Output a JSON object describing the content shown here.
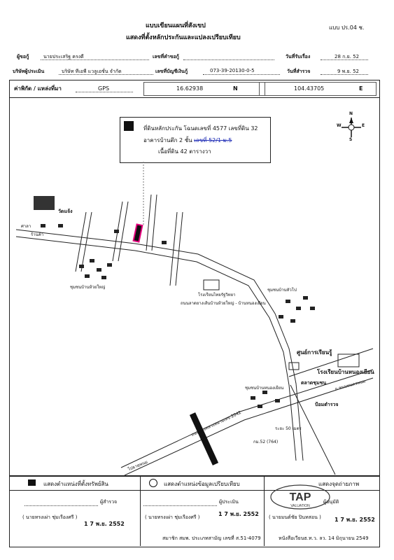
{
  "header": {
    "title1": "แบบเขียนแผนที่สังเขป",
    "title2": "แสดงที่ตั้งหลักประกันและแปลงเปรียบเทียบ",
    "form_no": "แบบ ปร.04 ช."
  },
  "info": {
    "customer_label": "ผู้ขอกู้",
    "customer_value": "นายประเสริฐ ครงดี",
    "receive_date_label": "วันที่รับเรื่อง",
    "receive_date_value": "28 ก.ย. 52",
    "department_label": "เลขที่คำขอกู้",
    "appraiser_company_label": "บริษัทผู้ประเมิน",
    "appraiser_company_value": "บริษัท ทีเอพี แวลูเอชั่น จำกัด",
    "account_label": "เลขที่บัญชีเงินกู้",
    "account_value": "073-39-20130-0-5",
    "survey_date_label": "วันที่สำรวจ",
    "survey_date_value": "9 พ.ย. 52"
  },
  "coords": {
    "label": "ค่าพิกัด / แหล่งที่มา",
    "source": "GPS",
    "lat": "16.62938",
    "lat_dir": "N",
    "lon": "104.43705",
    "lon_dir": "E"
  },
  "callout": {
    "line1_prefix": "ที่ดินหลักประกัน โฉนดเลขที่",
    "deed_no": "4577",
    "parcel_label": "เลขที่ดิน",
    "parcel_no": "32",
    "line2": "อาคารบ้านตึก 2 ชั้น",
    "line2_struck": "เลขที่ 52/1 ม.5",
    "line3": "เนื้อที่ดิน 42 ตารางวา"
  },
  "compass": {
    "n": "N",
    "s": "S",
    "w": "W",
    "e": "E"
  },
  "map_labels": {
    "temple": "วัดแจ้ง",
    "landmark_a": "ร้านค้า",
    "landmark_b": "ศาลา",
    "school1": "โรงเรียนไทยรัฐวิทยา",
    "village1": "ชุมชนบ้านห้วยใหญ่",
    "village2": "ชุมชนบ้านหัวโป",
    "village3": "ชุมชนบ้านหนองเยียน",
    "learning_center": "ศูนย์การเรียนรู้",
    "school2": "โรงเรียนบ้านหนองเยียน",
    "market": "ตลาดชุมชน",
    "police": "ป้อมตำรวจ",
    "highway_main": "ถนนทางหลวงหมายเลข 2042",
    "road_right": "ถ.ชนบทนครพนม",
    "road_left": "ไปธาตุพนม",
    "distance": "ระยะ 50 เมตร",
    "km_marker": "กม.52 (764)",
    "local_road": "ถนนลาดยางเส้นบ้านห้วยใหญ่ - บ้านหนองเยียน"
  },
  "legend": {
    "subject": "แสดงตำแหน่งที่ตั้งทรัพย์สิน",
    "compare": "แสดงตำแหน่งข้อมูลเปรียบเทียบ",
    "photo": "แสดงจุดถ่ายภาพ"
  },
  "signatures": {
    "surveyor_role": "ผู้สำรวจ",
    "surveyor_name": "( นายทรงเผ่า ชุ่มเรืองศรี )",
    "surveyor_date": "1 7 พ.ย. 2552",
    "appraiser_role": "ผู้ประเมิน",
    "appraiser_name": "( นายทรงเผ่า ชุ่มเรืองศรี )",
    "appraiser_date": "1 7 พ.ย. 2552",
    "valuer_role": "ผู้อนุมัติ",
    "valuer_name": "( นายมนต์ชัย ปินทสอน )",
    "valuer_date": "1 7 พ.ย. 2552"
  },
  "footer": {
    "member": "สมาชิก สมพ. ประเภทสามัญ เลขที่ ส.51-4079",
    "circular": "หนังสือเวียนธ.ท.ว. ลว. 14 มิถุนายน 2549"
  },
  "stamp": {
    "text": "TAP",
    "sub": "VALUATION"
  }
}
